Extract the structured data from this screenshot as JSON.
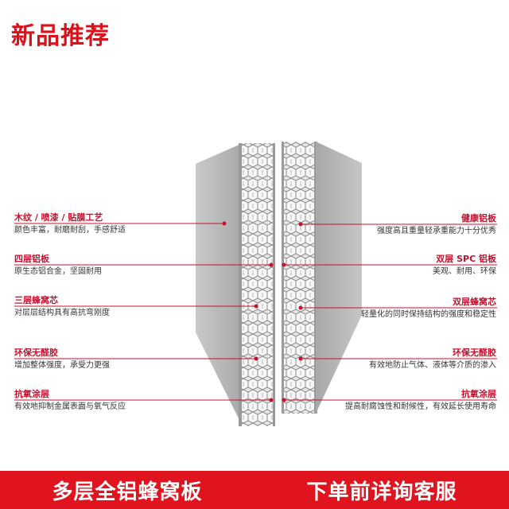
{
  "header": {
    "title": "新品推荐"
  },
  "colors": {
    "accent": "#d9111b",
    "feature_title": "#c8102e",
    "panel_face": "#bdbdbd",
    "footer_bg": "#e0141f"
  },
  "left_features": [
    {
      "title": "木纹 / 喷漆 / 贴膜工艺",
      "desc": "颜色丰富，耐磨耐刮，手感舒适"
    },
    {
      "title": "四层铝板",
      "desc": "原生态铝合金，坚固耐用"
    },
    {
      "title": "三层蜂窝芯",
      "desc": "对层层结构具有高抗弯刚度"
    },
    {
      "title": "环保无醛胶",
      "desc": "增加整体强度，承受力更强"
    },
    {
      "title": "抗氧涂层",
      "desc": "有效地抑制金属表面与氧气反应"
    }
  ],
  "right_features": [
    {
      "title": "健康铝板",
      "desc": "强度高且重量轻承重能力十分优秀"
    },
    {
      "title": "双层 SPC 铝板",
      "desc": "美观、耐用、环保"
    },
    {
      "title": "双层蜂窝芯",
      "desc": "轻量化的同时保持结构的强度和稳定性"
    },
    {
      "title": "环保无醛胶",
      "desc": "有效地防止气体、液体等介质的渗入"
    },
    {
      "title": "抗氧涂层",
      "desc": "提高耐腐蚀性和耐候性，有效延长使用寿命"
    }
  ],
  "footer": {
    "left_text": "多层全铝蜂窝板",
    "right_text": "下单前详询客服"
  }
}
